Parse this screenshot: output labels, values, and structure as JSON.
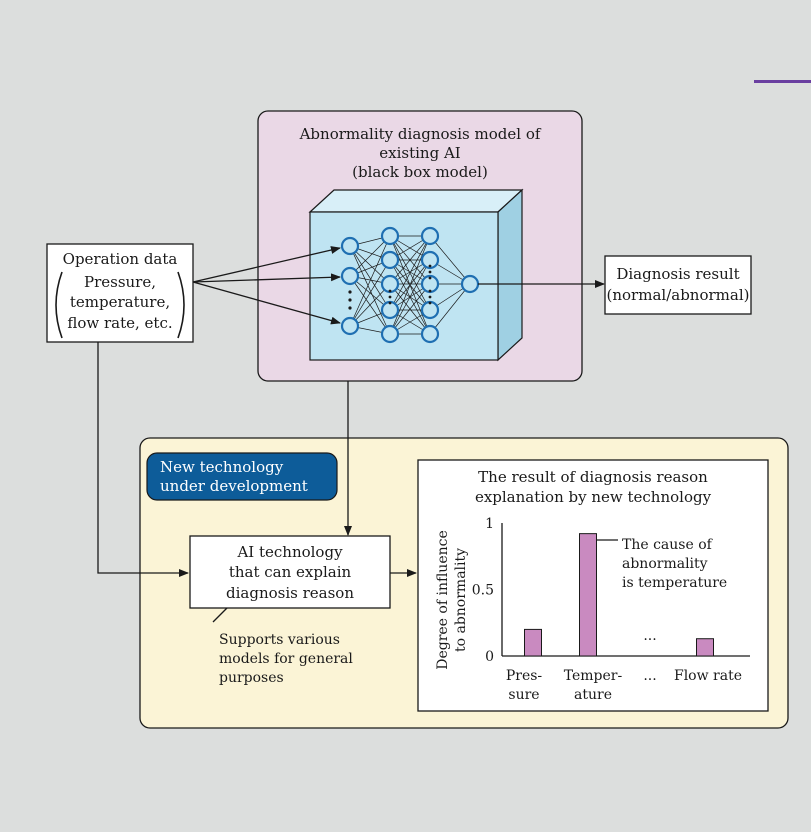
{
  "black_box": {
    "title_lines": [
      "Abnormality diagnosis model of",
      "existing AI",
      "(black box model)"
    ]
  },
  "operation_data": {
    "title": "Operation data",
    "lines": [
      "Pressure,",
      "temperature,",
      "flow rate, etc."
    ]
  },
  "diagnosis_result": {
    "lines": [
      "Diagnosis result",
      "(normal/abnormal)"
    ]
  },
  "new_tech_badge": {
    "lines": [
      "New technology",
      "under development"
    ]
  },
  "ai_technology": {
    "lines": [
      "AI technology",
      "that can explain",
      "diagnosis reason"
    ]
  },
  "supports_note": {
    "lines": [
      "Supports various",
      "models for general",
      "purposes"
    ]
  },
  "result_panel": {
    "title_lines": [
      "The result of diagnosis reason",
      "explanation by new technology"
    ]
  },
  "chart_data": {
    "type": "bar",
    "categories": [
      "Pressure",
      "Temperature",
      "...",
      "Flow rate"
    ],
    "category_label_lines": [
      [
        "Pres-",
        "sure"
      ],
      [
        "Temper-",
        "ature"
      ],
      [
        "..."
      ],
      [
        "Flow rate"
      ]
    ],
    "values": [
      0.2,
      0.92,
      null,
      0.13
    ],
    "ylabel_lines": [
      "Degree of influence",
      "to abnormality"
    ],
    "yticks": [
      "0",
      "0.5",
      "1"
    ],
    "ytick_values": [
      0,
      0.5,
      1
    ],
    "ylim": [
      0,
      1
    ],
    "annotation_lines": [
      "The cause of",
      "abnormality",
      "is temperature"
    ],
    "gap_mark": "...",
    "bar_color": "#c98ac0"
  },
  "colors": {
    "background": "#dcdedd",
    "black_box_panel": "#ead8e6",
    "new_tech_panel": "#fbf4d6",
    "cube_front": "#bfe4f2",
    "cube_side": "#9fd0e3",
    "cube_top": "#d8eff8",
    "node_stroke": "#1f6fb2",
    "badge": "#0d5c99",
    "accent_bar": "#6a3fa0"
  }
}
